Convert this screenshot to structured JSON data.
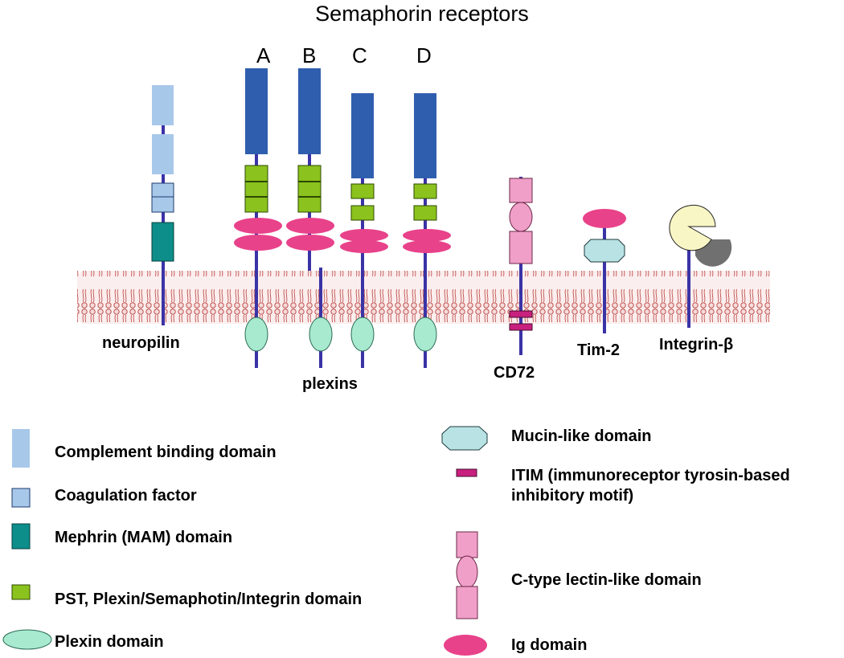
{
  "title": "Semaphorin receptors",
  "plexin_classes": [
    "A",
    "B",
    "C",
    "D"
  ],
  "receptors": {
    "neuropilin": "neuropilin",
    "plexins": "plexins",
    "cd72": "CD72",
    "tim2": "Tim-2",
    "integrin_beta": "Integrin-β"
  },
  "legend": {
    "complement": "Complement  binding domain",
    "coagulation": "Coagulation factor",
    "mephrin": "Mephrin (MAM) domain",
    "pst": "PST, Plexin/Semaphotin/Integrin domain",
    "plexin_domain": "Plexin domain",
    "mucin": "Mucin-like domain",
    "itim_line1": "ITIM (immunoreceptor tyrosin-based",
    "itim_line2": "inhibitory motif)",
    "lectin": "C-type lectin-like domain",
    "ig": "Ig domain"
  },
  "colors": {
    "stem": "#3a33a6",
    "complement": "#a8c8ea",
    "coagulation": "#a8c8ea",
    "mephrin": "#0d8e8a",
    "sema": "#2f5eae",
    "pst": "#8bc21e",
    "plexin_domain": "#a8ead0",
    "ig": "#e8428a",
    "lectin": "#f0a0c8",
    "itim": "#c8207e",
    "mucin": "#b8e2e4",
    "integrin": "#f8f6c4",
    "integrin_shadow": "#707070",
    "membrane": "#c0504d",
    "membrane_fill": "#f3dede"
  }
}
